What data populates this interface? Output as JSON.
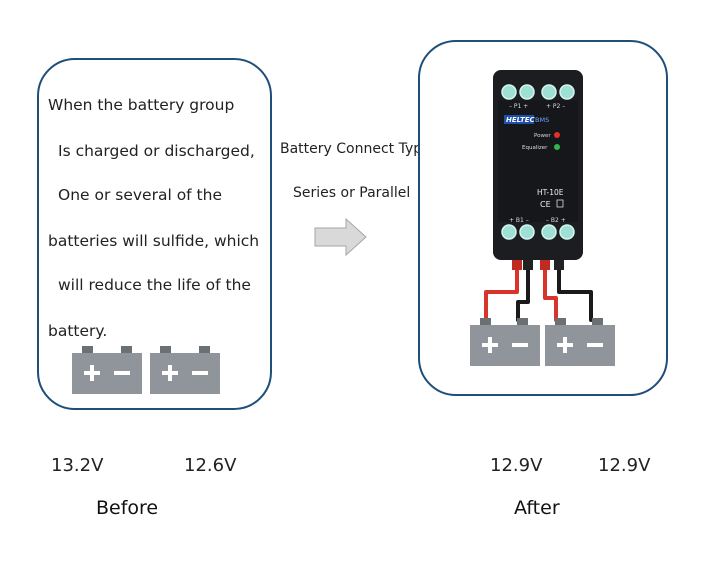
{
  "before": {
    "description_lines": [
      "When the battery group",
      "Is charged or discharged,",
      "One or several of the",
      "batteries will sulfide, which",
      "will reduce the life of the",
      "battery."
    ],
    "voltages": [
      "13.2V",
      "12.6V"
    ],
    "caption": "Before"
  },
  "middle": {
    "line1": "Battery Connect Type",
    "line2": "Series or Parallel"
  },
  "device": {
    "brand": "HELTEC",
    "brand_suffix": "BMS",
    "power_label": "Power",
    "equalizer_label": "Equalizer",
    "model": "HT-10E",
    "top_port_labels": [
      "– P1 +",
      "+ P2 –"
    ],
    "bottom_port_labels": [
      "+ B1 –",
      "– B2 +"
    ],
    "cert": "CE"
  },
  "after": {
    "voltages": [
      "12.9V",
      "12.9V"
    ],
    "caption": "After"
  },
  "colors": {
    "panel_border": "#1f4e79",
    "battery_body": "#8f959b",
    "battery_terminal": "#6b7075",
    "device_body": "#1b1d20",
    "port_teal": "#9fe0d4",
    "arrow_fill": "#d9d9d9",
    "red_wire": "#d9342b",
    "black_wire": "#1a1a1a",
    "power_led": "#e53027",
    "equalizer_led": "#2fb84a"
  }
}
